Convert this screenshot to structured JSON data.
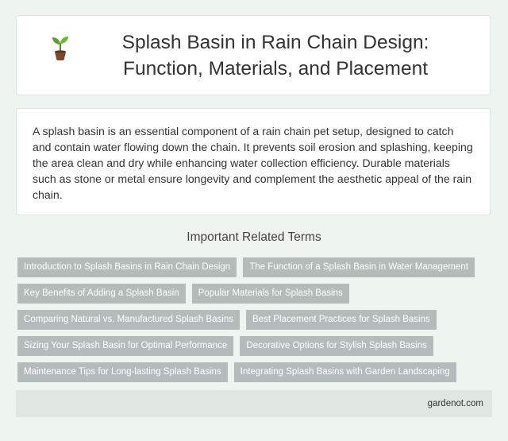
{
  "header": {
    "icon": "sprout-icon",
    "title": "Splash Basin in Rain Chain Design: Function, Materials, and Placement"
  },
  "description": "A splash basin is an essential component of a rain chain pet setup, designed to catch and contain water flowing down the chain. It prevents soil erosion and splashing, keeping the area clean and dry while enhancing water collection efficiency. Durable materials such as stone or metal ensure longevity and complement the aesthetic appeal of the rain chain.",
  "related": {
    "heading": "Important Related Terms",
    "tags": [
      "Introduction to Splash Basins in Rain Chain Design",
      "The Function of a Splash Basin in Water Management",
      "Key Benefits of Adding a Splash Basin",
      "Popular Materials for Splash Basins",
      "Comparing Natural vs. Manufactured Splash Basins",
      "Best Placement Practices for Splash Basins",
      "Sizing Your Splash Basin for Optimal Performance",
      "Decorative Options for Stylish Splash Basins",
      "Maintenance Tips for Long-lasting Splash Basins",
      "Integrating Splash Basins with Garden Landscaping"
    ]
  },
  "footer": {
    "site": "gardenot.com"
  },
  "colors": {
    "background": "#eef5f0",
    "tag_bg": "#b3bcbb",
    "footer_bg": "#e0e7e2",
    "leaf": "#5aa02c",
    "soil": "#7a4a2a"
  }
}
